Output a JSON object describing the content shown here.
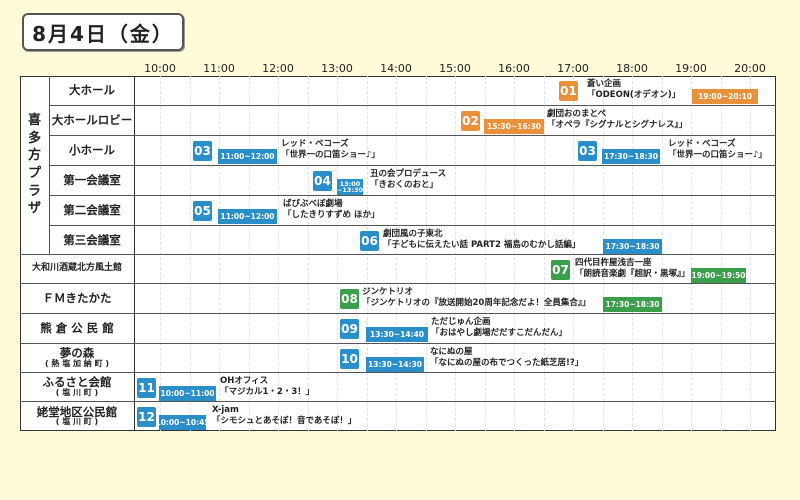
{
  "title": "8月4日（金）",
  "hours": [
    "10:00",
    "11:00",
    "12:00",
    "13:00",
    "14:00",
    "15:00",
    "16:00",
    "17:00",
    "18:00",
    "19:00",
    "20:00"
  ],
  "colors": {
    "orange": "#e8913a",
    "blue": "#2a8fc8",
    "green": "#3a9e4a"
  },
  "group": "喜多方プラザ",
  "venues": [
    {
      "name": "大ホール"
    },
    {
      "name": "大ホールロビー"
    },
    {
      "name": "小ホール"
    },
    {
      "name": "第一会議室"
    },
    {
      "name": "第二会議室"
    },
    {
      "name": "第三会議室"
    },
    {
      "name": "大和川酒蔵北方風土館"
    },
    {
      "name": "ＦＭきたかた"
    },
    {
      "name": "熊 倉 公 民 館"
    },
    {
      "name": "夢の森",
      "sub": "( 熱 塩 加 納 町 )"
    },
    {
      "name": "ふるさと会館",
      "sub": "( 塩 川 町 )"
    },
    {
      "name": "姥堂地区公民館",
      "sub": "( 塩 川 町 )"
    }
  ],
  "events": [
    {
      "no": "01",
      "time": "19:00~20:10",
      "org": "蒼い企画",
      "title": "「ODEON(オデオン)」"
    },
    {
      "no": "02",
      "time": "15:30~16:30",
      "org": "劇団おのまとぺ",
      "title": "「オペラ『シグナルとシグナレス』」"
    },
    {
      "no": "03",
      "time": "17:30~18:30",
      "org": "レッド・ベコーズ",
      "title": "「世界一の口笛ショー♪」"
    },
    {
      "no": "03",
      "time": "11:00~12:00",
      "org": "レッド・ベコーズ",
      "title": "「世界一の口笛ショー♪」"
    },
    {
      "no": "04",
      "time": "13:00 ~13:30",
      "org": "丑の会プロデュース",
      "title": "「きおくのおと」"
    },
    {
      "no": "05",
      "time": "11:00~12:00",
      "org": "ばびぶべぼ劇場",
      "title": "「したきりすずめ ほか」"
    },
    {
      "no": "06",
      "time": "17:30~18:30",
      "org": "劇団風の子東北",
      "title": "「子どもに伝えたい話 PART2 福島のむかし話編」"
    },
    {
      "no": "07",
      "time": "19:00~19:50",
      "org": "四代目杵屋浅吉一座",
      "title": "「朗読音楽劇『超訳・黒塚』」"
    },
    {
      "no": "08",
      "time": "17:30~18:30",
      "org": "ジンケトリオ",
      "title": "「ジンケトリオの『放送開始20周年記念だよ！全員集合』」"
    },
    {
      "no": "09",
      "time": "13:30~14:40",
      "org": "ただじゅん企画",
      "title": "「おはやし劇場だだすこだんだん」"
    },
    {
      "no": "10",
      "time": "13:30~14:30",
      "org": "なにぬの屋",
      "title": "「なにぬの屋の布でつくった紙芝居!?」"
    },
    {
      "no": "11",
      "time": "10:00~11:00",
      "org": "OHオフィス",
      "title": "「マジカル1・2・3！」"
    },
    {
      "no": "12",
      "time": "10:00~10:45",
      "org": "X-jam",
      "title": "「シモシュとあそぼ！音であそぼ！」"
    }
  ]
}
